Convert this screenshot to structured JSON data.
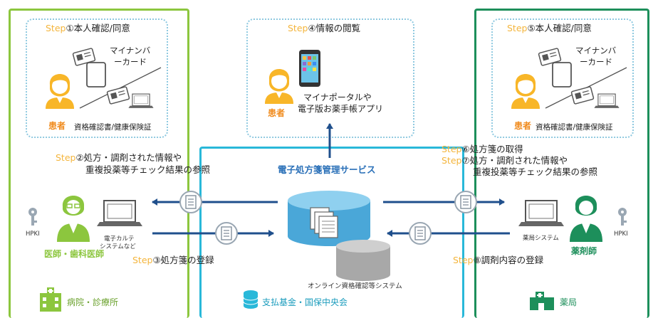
{
  "steps": {
    "s1": {
      "step": "Step",
      "text": "①本人確認/同意"
    },
    "s4": {
      "step": "Step",
      "text": "④情報の閲覧"
    },
    "s5": {
      "step": "Step",
      "text": "⑤本人確認/同意"
    },
    "s2": {
      "step": "Step",
      "text": "②処方・調剤された情報や",
      "line2": "重複投薬等チェック結果の参照"
    },
    "s3": {
      "step": "Step",
      "text": "③処方箋の登録"
    },
    "s6": {
      "step": "Step",
      "text": "⑥処方箋の取得"
    },
    "s7": {
      "step": "Step",
      "text": "⑦処方・調剤された情報や",
      "line2": "重複投薬等チェック結果の参照"
    },
    "s8": {
      "step": "Step",
      "text": "⑧調剤内容の登録"
    }
  },
  "left_patient": {
    "label": "患者",
    "card_line1": "マイナンバ",
    "card_line2": "ーカード",
    "insurance": "資格確認書/健康保険証"
  },
  "center_patient": {
    "label": "患者",
    "app_line1": "マイナポータルや",
    "app_line2": "電子版お薬手帳アプリ"
  },
  "right_patient": {
    "label": "患者",
    "card_line1": "マイナンバ",
    "card_line2": "ーカード",
    "insurance": "資格確認書/健康保険証"
  },
  "service_label": "電子処方箋管理サービス",
  "doctor": {
    "label": "医師・歯科医師",
    "hpki": "HPKI",
    "system_line1": "電子カルテ",
    "system_line2": "システムなど"
  },
  "pharmacist": {
    "label": "薬剤師",
    "hpki": "HPKI",
    "system": "薬局システム"
  },
  "online_system": "オンライン資格確認等システム",
  "bottom": {
    "hospital": "病院・診療所",
    "fund": "支払基金・国保中央会",
    "pharmacy": "薬局"
  },
  "colors": {
    "hospital_frame": "#8cc63e",
    "fund_frame": "#29b8d9",
    "pharmacy_frame": "#1d8f5b",
    "arrow": "#1f4f8c",
    "step": "#f4b53c",
    "patient": "#f08b1d"
  }
}
